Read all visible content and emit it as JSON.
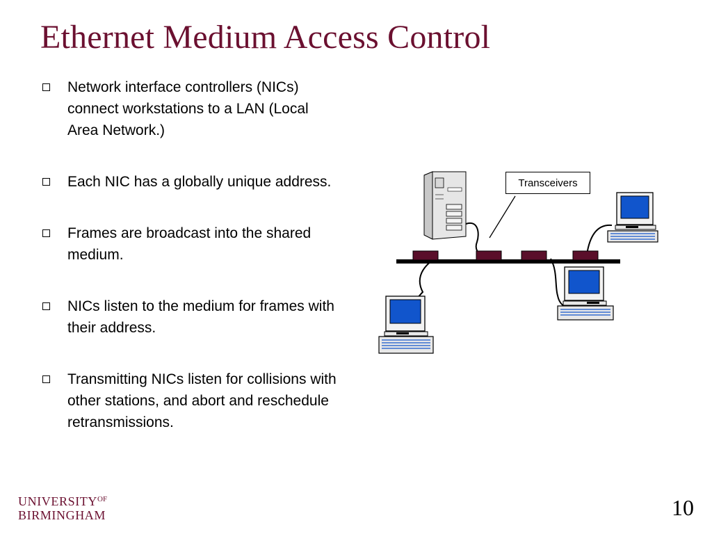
{
  "slide": {
    "title": "Ethernet Medium Access Control",
    "page_number": "10"
  },
  "bullets": [
    "Network interface controllers (NICs) connect workstations to a LAN (Local Area Network.)",
    "Each NIC has a globally unique address.",
    "Frames are broadcast into the shared medium.",
    "NICs listen to the medium for frames with their address.",
    "Transmitting NICs listen for collisions with other stations, and abort and reschedule retransmissions."
  ],
  "diagram": {
    "callout_label": "Transceivers",
    "cable_color": "#000000",
    "transceiver_color": "#5a0f2a",
    "screen_color": "#1155cc"
  },
  "logo": {
    "line1": "UNIVERSITY",
    "line1_suffix": "OF",
    "line2": "BIRMINGHAM"
  }
}
